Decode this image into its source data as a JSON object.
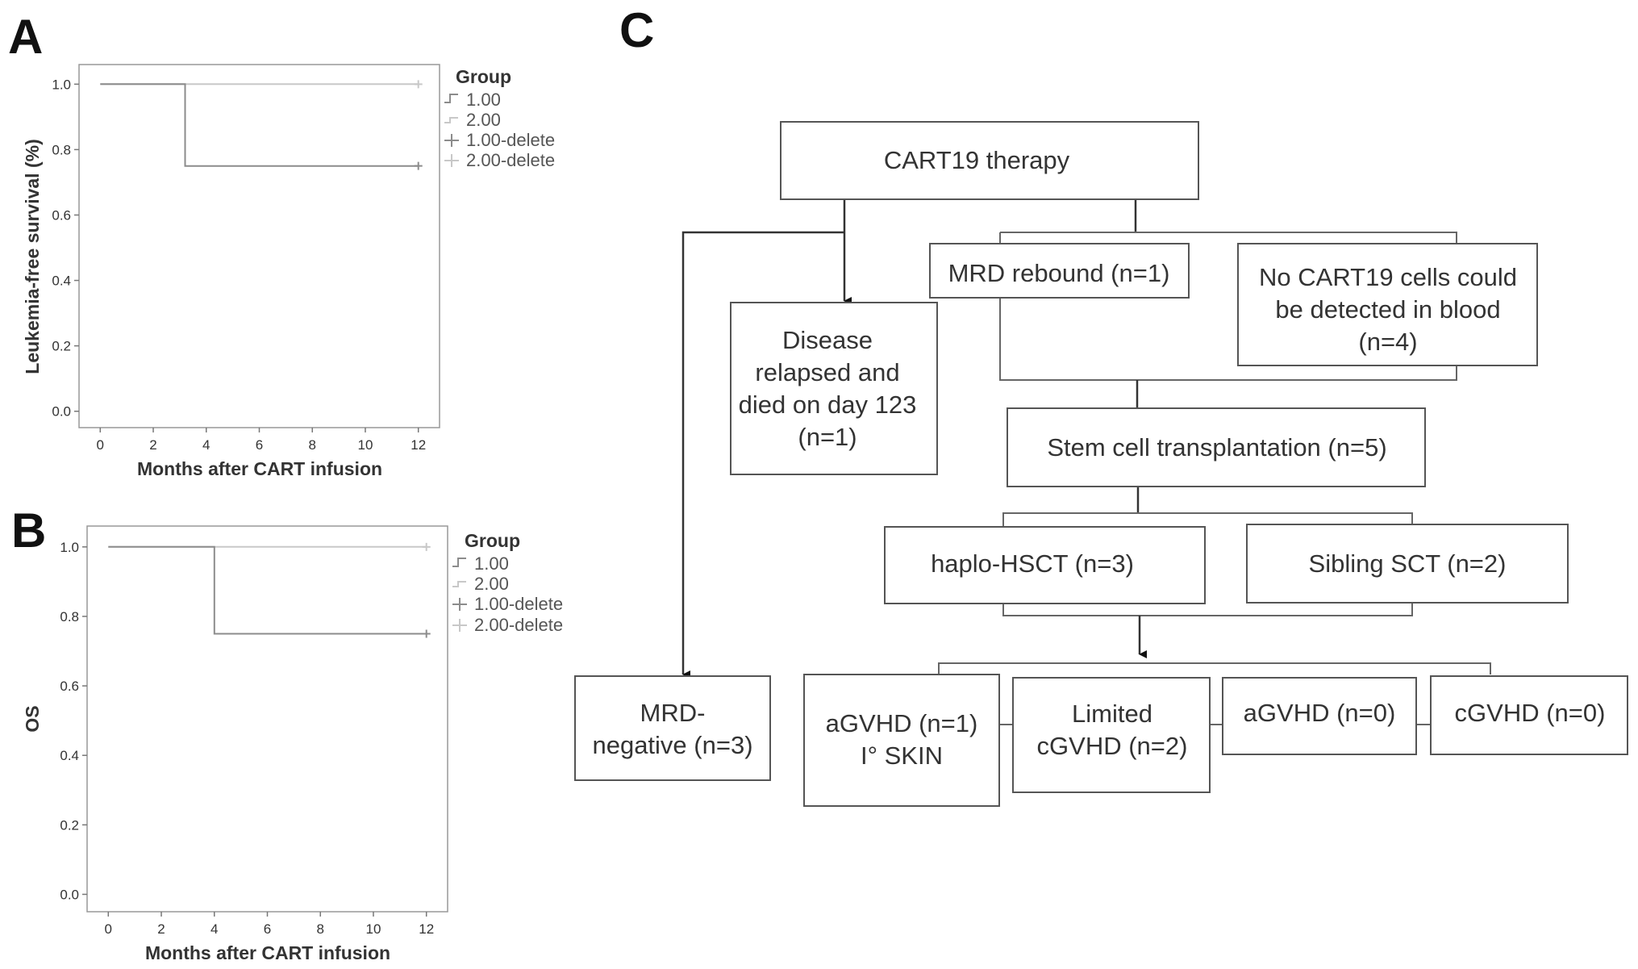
{
  "panels": {
    "a": "A",
    "b": "B",
    "c": "C"
  },
  "chart_data": [
    {
      "type": "line",
      "id": "A",
      "xlabel": "Months after CART infusion",
      "ylabel": "Leukemia-free survival (%)",
      "xlim": [
        -0.8,
        12.8
      ],
      "ylim": [
        -0.05,
        1.06
      ],
      "xticks": [
        0,
        2,
        4,
        6,
        8,
        10,
        12
      ],
      "yticks": [
        0.0,
        0.2,
        0.4,
        0.6,
        0.8,
        1.0
      ],
      "ytick_labels": [
        "0.0",
        "0.2",
        "0.4",
        "0.6",
        "0.8",
        "1.0"
      ],
      "legend_title": "Group",
      "legend_position": "right",
      "legend": [
        "1.00",
        "2.00",
        "1.00-delete",
        "2.00-delete"
      ],
      "grid": false,
      "series": [
        {
          "x": [
            0,
            3.2,
            3.2,
            12
          ],
          "y": [
            1.0,
            1.0,
            0.75,
            0.75
          ],
          "color": "#8c8c8c",
          "censor": [
            12,
            0.75
          ]
        },
        {
          "x": [
            0,
            12
          ],
          "y": [
            1.0,
            1.0
          ],
          "color": "#c8c8c8",
          "censor": [
            12,
            1.0
          ]
        }
      ]
    },
    {
      "type": "line",
      "id": "B",
      "xlabel": "Months after CART infusion",
      "ylabel": "OS",
      "xlim": [
        -0.8,
        12.8
      ],
      "ylim": [
        -0.05,
        1.06
      ],
      "xticks": [
        0,
        2,
        4,
        6,
        8,
        10,
        12
      ],
      "yticks": [
        0.0,
        0.2,
        0.4,
        0.6,
        0.8,
        1.0
      ],
      "ytick_labels": [
        "0.0",
        "0.2",
        "0.4",
        "0.6",
        "0.8",
        "1.0"
      ],
      "legend_title": "Group",
      "legend_position": "right",
      "legend": [
        "1.00",
        "2.00",
        "1.00-delete",
        "2.00-delete"
      ],
      "grid": false,
      "series": [
        {
          "x": [
            0,
            4,
            4,
            12
          ],
          "y": [
            1.0,
            1.0,
            0.75,
            0.75
          ],
          "color": "#8c8c8c",
          "censor": [
            12,
            0.75
          ]
        },
        {
          "x": [
            0,
            12
          ],
          "y": [
            1.0,
            1.0
          ],
          "color": "#c8c8c8",
          "censor": [
            12,
            1.0
          ]
        }
      ]
    }
  ],
  "flowchart": {
    "cart19": [
      "CART19 therapy"
    ],
    "mrd_rebound": [
      "MRD rebound (n=1)"
    ],
    "no_cart19": [
      "No CART19 cells could",
      "be detected in blood",
      "(n=4)"
    ],
    "disease": [
      "Disease",
      "relapsed and",
      "died on  day 123",
      "(n=1)"
    ],
    "stem_cell": [
      "Stem cell transplantation (n=5)"
    ],
    "haplo": [
      "haplo-HSCT (n=3)"
    ],
    "sibling": [
      "Sibling SCT (n=2)"
    ],
    "mrd_negative": [
      "MRD-",
      "negative (n=3)"
    ],
    "agvhd1": [
      "aGVHD (n=1)",
      "I° SKIN"
    ],
    "limited": [
      "Limited",
      "cGVHD (n=2)"
    ],
    "agvhd0": [
      "aGVHD (n=0)"
    ],
    "cgvhd0": [
      "cGVHD (n=0)"
    ]
  }
}
